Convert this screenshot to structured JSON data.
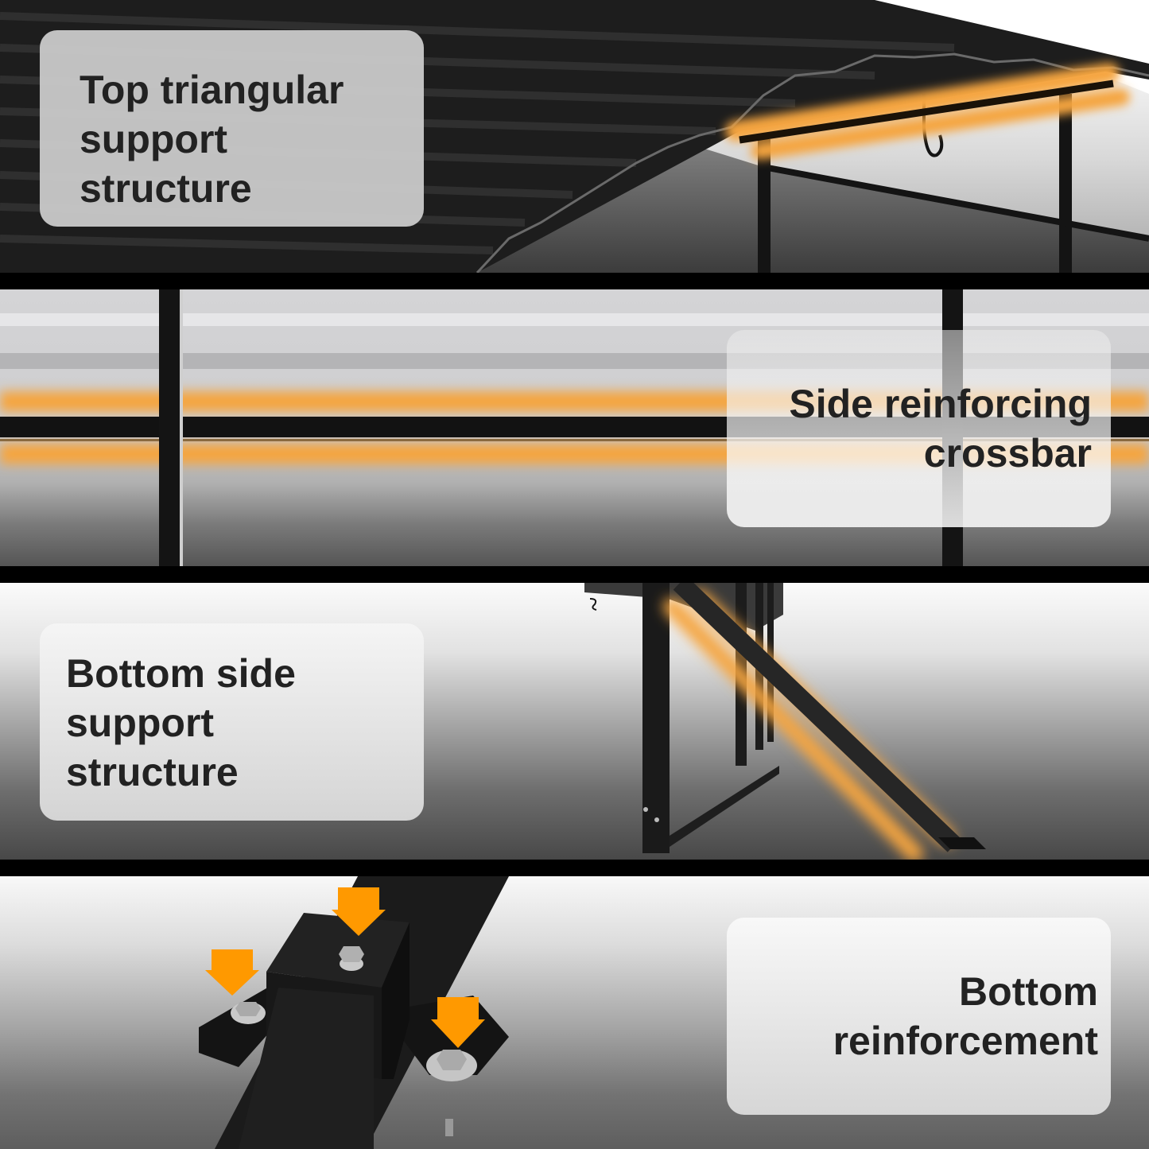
{
  "panels": [
    {
      "id": "top-triangular-support",
      "label_lines": [
        "Top triangular",
        "support",
        "structure"
      ],
      "label_align": "left"
    },
    {
      "id": "side-reinforcing-crossbar",
      "label_lines": [
        "Side reinforcing",
        "crossbar"
      ],
      "label_align": "right"
    },
    {
      "id": "bottom-side-support",
      "label_lines": [
        "Bottom side",
        "support",
        "structure"
      ],
      "label_align": "left"
    },
    {
      "id": "bottom-reinforcement",
      "label_lines": [
        "Bottom",
        "reinforcement"
      ],
      "label_align": "right"
    }
  ],
  "colors": {
    "highlight": "#f5a540",
    "arrow": "#ff9900",
    "frame": "#141414",
    "label_text": "#222222",
    "divider": "#000000"
  },
  "icons": {
    "pointer_arrows": [
      "down-arrow-icon",
      "down-arrow-icon",
      "down-arrow-icon"
    ],
    "bolts": [
      "hex-bolt-icon",
      "hex-bolt-icon",
      "hex-bolt-icon"
    ]
  }
}
